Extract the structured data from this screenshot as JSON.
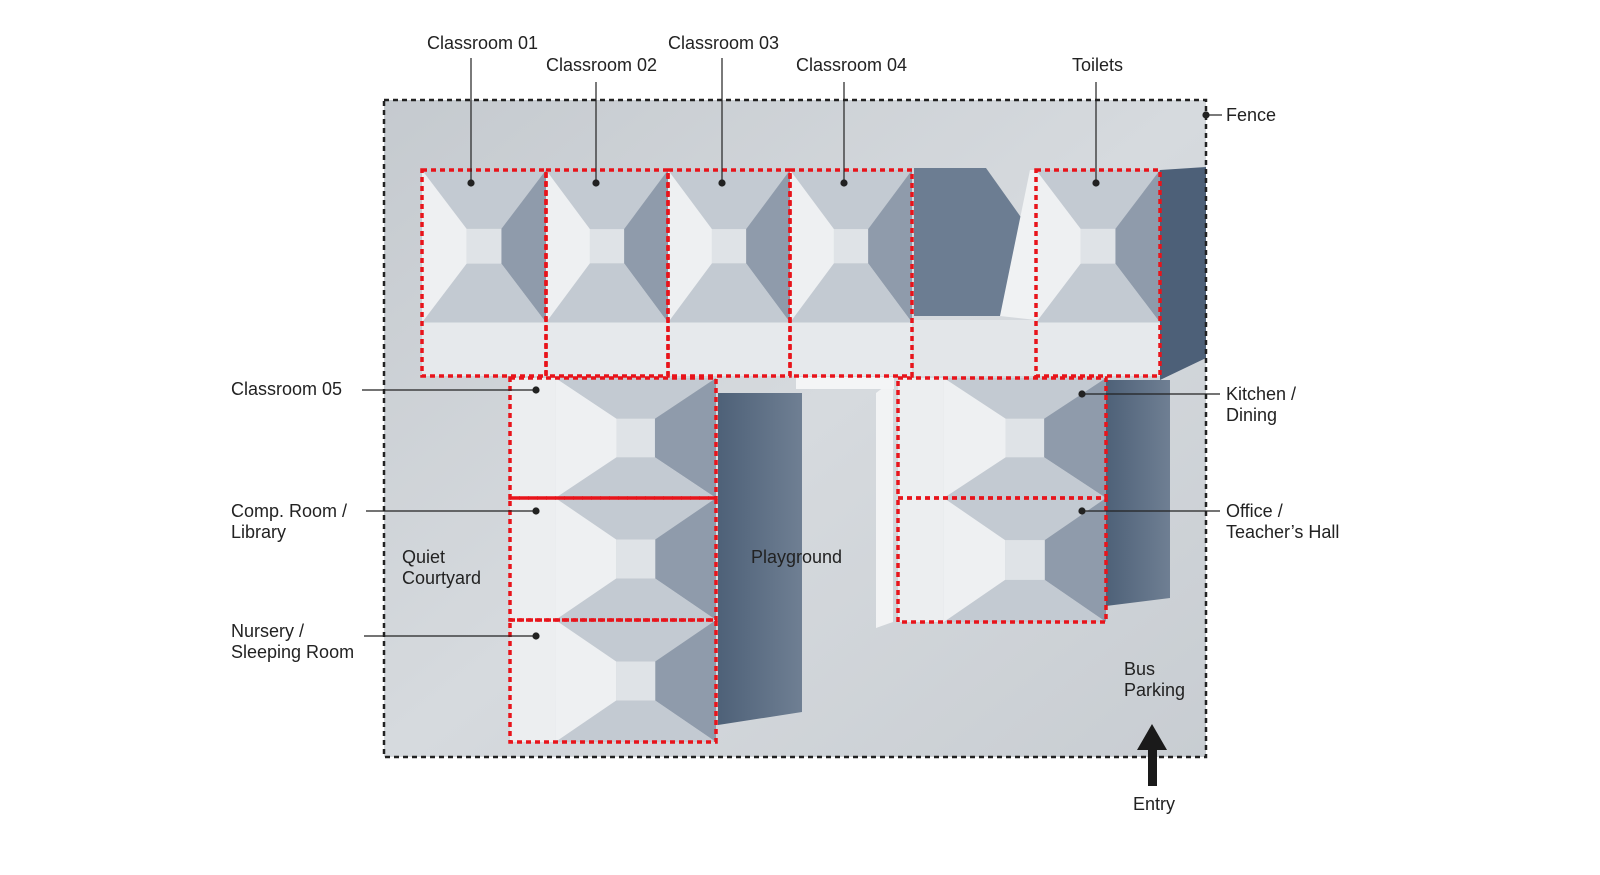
{
  "labels": {
    "classroom_01": "Classroom 01",
    "classroom_02": "Classroom 02",
    "classroom_03": "Classroom 03",
    "classroom_04": "Classroom 04",
    "toilets": "Toilets",
    "fence": "Fence",
    "classroom_05": "Classroom 05",
    "comp_room_line1": "Comp. Room /",
    "comp_room_line2": "Library",
    "nursery_line1": "Nursery /",
    "nursery_line2": "Sleeping Room",
    "kitchen_line1": "Kitchen /",
    "kitchen_line2": "Dining",
    "office_line1": "Office /",
    "office_line2": "Teacher’s Hall",
    "quiet_line1": "Quiet",
    "quiet_line2": "Courtyard",
    "playground": "Playground",
    "bus_line1": "Bus",
    "bus_line2": "Parking",
    "entry": "Entry"
  },
  "colors": {
    "site_ground": "#c9ced3",
    "roof_light": "#eef0f2",
    "roof_mid": "#c3cad2",
    "roof_dark": "#8f9bab",
    "shadow": "#6b7b90",
    "outline_red": "#e8141b",
    "fence_dash": "#222222"
  }
}
